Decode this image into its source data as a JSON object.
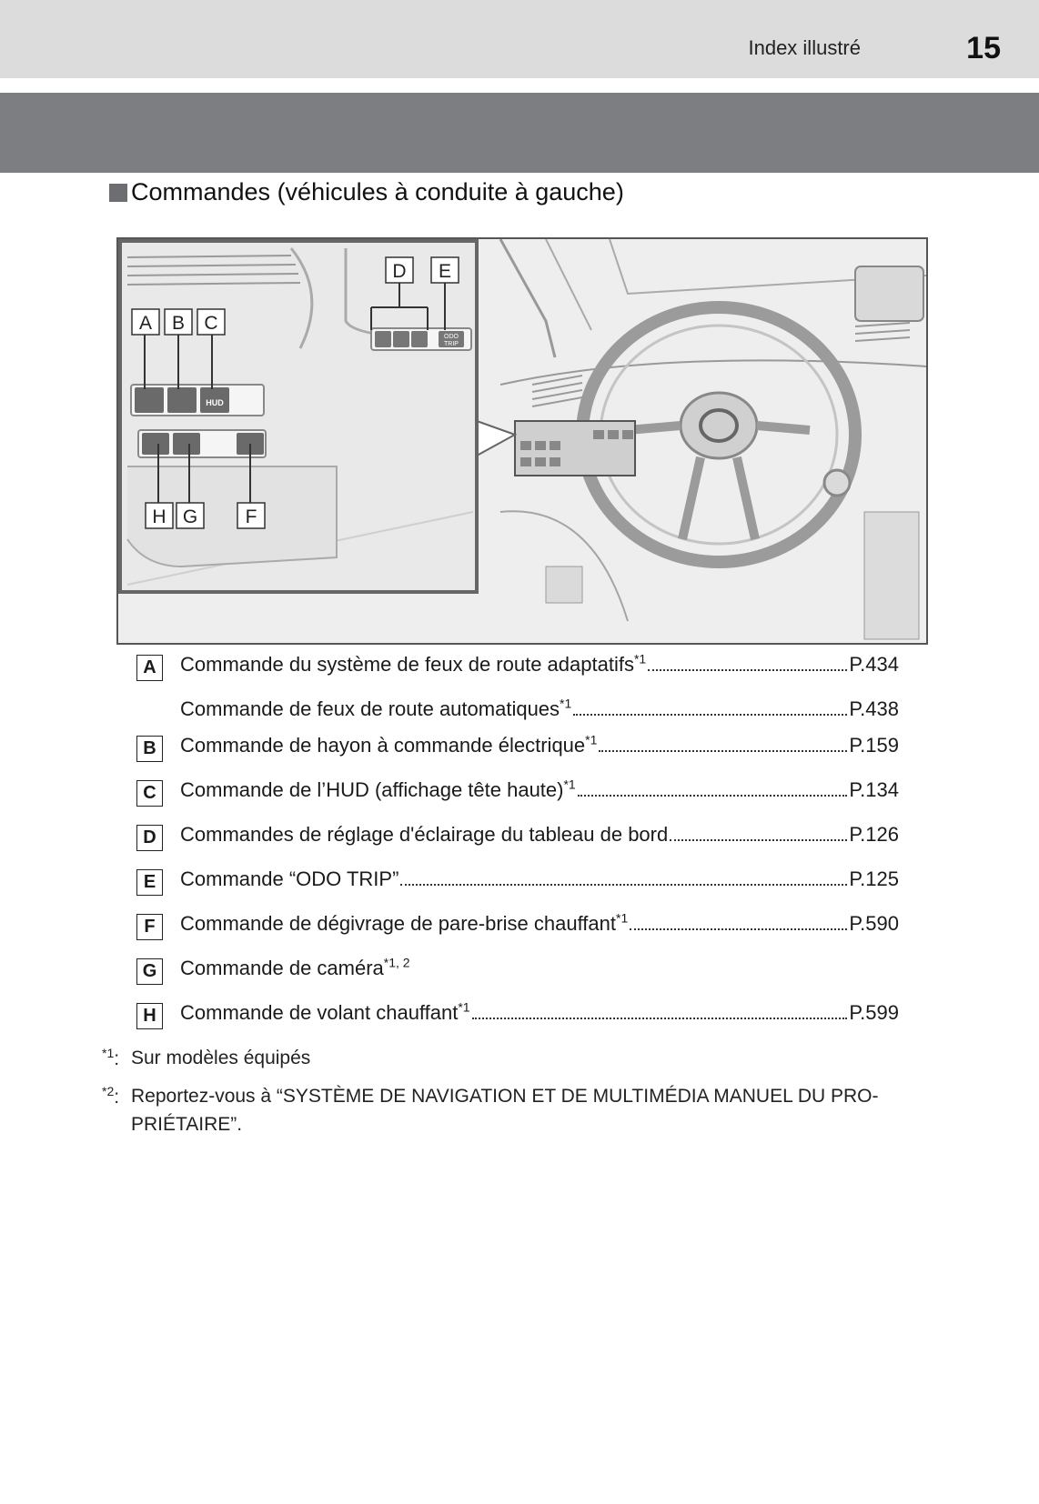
{
  "header": {
    "section": "Index illustré",
    "page_number": "15"
  },
  "heading": "Commandes (véhicules à conduite à gauche)",
  "figure": {
    "callouts_top": [
      "A",
      "B",
      "C"
    ],
    "callouts_de": [
      "D",
      "E"
    ],
    "callouts_bottom": [
      "H",
      "G",
      "F"
    ],
    "button_labels": {
      "hud": "HUD",
      "odo": "ODO",
      "trip": "TRIP"
    }
  },
  "items": [
    {
      "letter": "A",
      "text": "Commande du système de feux de route adaptatifs",
      "sup": "*1",
      "page": "P.434"
    },
    {
      "letter": "",
      "text": "Commande de feux de route automatiques",
      "sup": "*1",
      "page": "P.438"
    },
    {
      "letter": "B",
      "text": "Commande de hayon à commande électrique",
      "sup": "*1",
      "page": "P.159"
    },
    {
      "letter": "C",
      "text": "Commande de l’HUD (affichage tête haute)",
      "sup": "*1",
      "page": "P.134"
    },
    {
      "letter": "D",
      "text": "Commandes de réglage d'éclairage du tableau de bord",
      "sup": "",
      "page": "P.126"
    },
    {
      "letter": "E",
      "text": "Commande “ODO TRIP”",
      "sup": "",
      "page": "P.125"
    },
    {
      "letter": "F",
      "text": "Commande de dégivrage de pare-brise chauffant",
      "sup": "*1",
      "page": "P.590"
    },
    {
      "letter": "G",
      "text": "Commande de caméra",
      "sup": "*1, 2",
      "page": ""
    },
    {
      "letter": "H",
      "text": "Commande de volant chauffant",
      "sup": "*1",
      "page": "P.599"
    }
  ],
  "notes": [
    {
      "mark": "*1",
      "sep": ":",
      "text": "Sur modèles équipés"
    },
    {
      "mark": "*2",
      "sep": ":",
      "text": "Reportez-vous à “SYSTÈME DE NAVIGATION ET DE MULTIMÉDIA MANUEL DU PRO-PRIÉTAIRE”."
    }
  ]
}
